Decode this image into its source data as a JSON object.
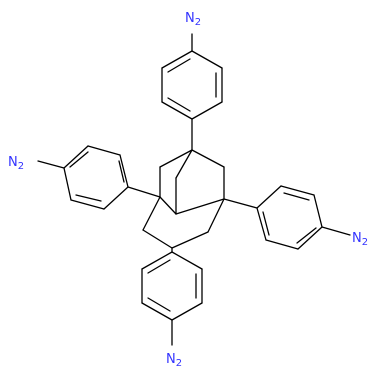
{
  "structure": {
    "bond_color": "#000000",
    "heteroatom_color": "#3333ff",
    "amine_groups": [
      {
        "element": "N",
        "hydrogens": "2"
      },
      {
        "element": "N",
        "hydrogens": "2"
      },
      {
        "element": "N",
        "hydrogens": "2"
      },
      {
        "element": "N",
        "hydrogens": "2"
      }
    ]
  }
}
